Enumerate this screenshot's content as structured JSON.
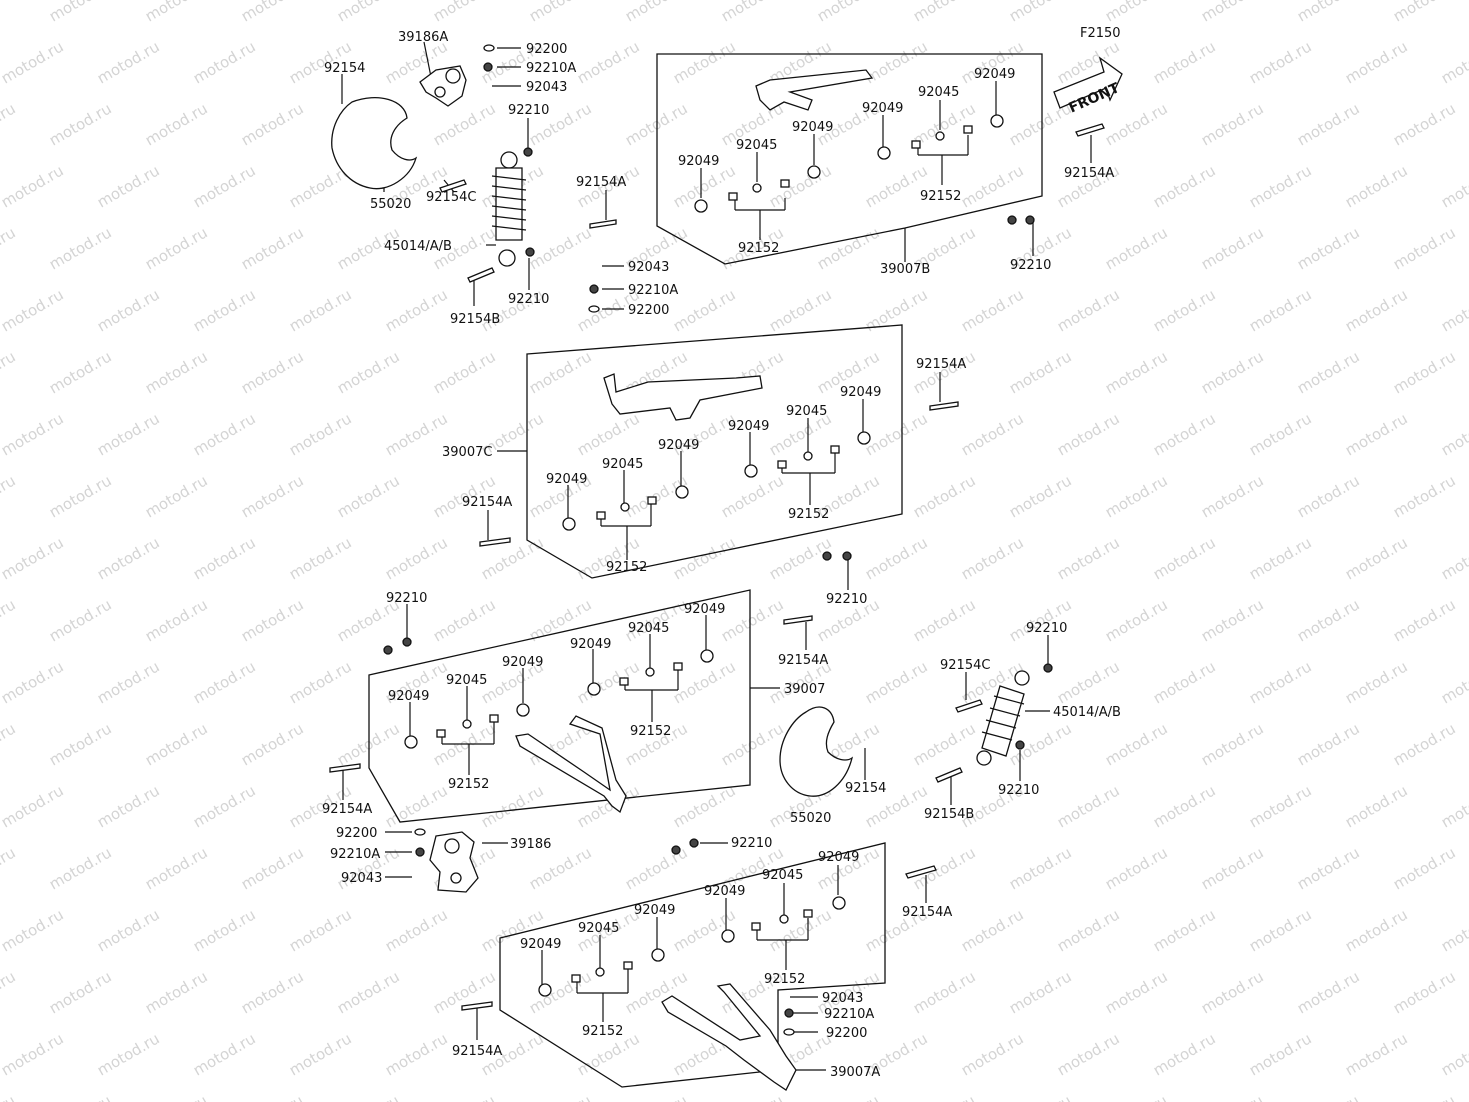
{
  "diagram_code": "F2150",
  "front_arrow_text": "FRONT",
  "watermark_text": "motod.ru",
  "labels": [
    {
      "id": "l1",
      "text": "39186A"
    },
    {
      "id": "l2",
      "text": "92200"
    },
    {
      "id": "l3",
      "text": "92210A"
    },
    {
      "id": "l4",
      "text": "92043"
    },
    {
      "id": "l5",
      "text": "92154"
    },
    {
      "id": "l6",
      "text": "92210"
    },
    {
      "id": "l7",
      "text": "55020"
    },
    {
      "id": "l8",
      "text": "92154C"
    },
    {
      "id": "l9",
      "text": "45014/A/B"
    },
    {
      "id": "l10",
      "text": "92154B"
    },
    {
      "id": "l11",
      "text": "92210"
    },
    {
      "id": "l12",
      "text": "92154A"
    },
    {
      "id": "l13",
      "text": "92043"
    },
    {
      "id": "l14",
      "text": "92210A"
    },
    {
      "id": "l15",
      "text": "92200"
    },
    {
      "id": "l16",
      "text": "92049"
    },
    {
      "id": "l17",
      "text": "92045"
    },
    {
      "id": "l18",
      "text": "92049"
    },
    {
      "id": "l19",
      "text": "92152"
    },
    {
      "id": "l20",
      "text": "92049"
    },
    {
      "id": "l21",
      "text": "92045"
    },
    {
      "id": "l22",
      "text": "92049"
    },
    {
      "id": "l23",
      "text": "92152"
    },
    {
      "id": "l24",
      "text": "39007B"
    },
    {
      "id": "l25",
      "text": "92210"
    },
    {
      "id": "l26",
      "text": "92154A"
    },
    {
      "id": "l27",
      "text": "92154A"
    },
    {
      "id": "l28",
      "text": "39007C"
    },
    {
      "id": "l29",
      "text": "92049"
    },
    {
      "id": "l30",
      "text": "92045"
    },
    {
      "id": "l31",
      "text": "92049"
    },
    {
      "id": "l32",
      "text": "92049"
    },
    {
      "id": "l33",
      "text": "92045"
    },
    {
      "id": "l34",
      "text": "92049"
    },
    {
      "id": "l35",
      "text": "92152"
    },
    {
      "id": "l36",
      "text": "92152"
    },
    {
      "id": "l37",
      "text": "92154A"
    },
    {
      "id": "l38",
      "text": "92210"
    },
    {
      "id": "l39",
      "text": "92210"
    },
    {
      "id": "l40",
      "text": "92049"
    },
    {
      "id": "l41",
      "text": "92049"
    },
    {
      "id": "l42",
      "text": "92045"
    },
    {
      "id": "l43",
      "text": "92049"
    },
    {
      "id": "l44",
      "text": "92049"
    },
    {
      "id": "l45",
      "text": "92045"
    },
    {
      "id": "l46",
      "text": "39007"
    },
    {
      "id": "l47",
      "text": "92152"
    },
    {
      "id": "l48",
      "text": "92152"
    },
    {
      "id": "l49",
      "text": "92154A"
    },
    {
      "id": "l50",
      "text": "92154A"
    },
    {
      "id": "l51",
      "text": "55020"
    },
    {
      "id": "l52",
      "text": "92154"
    },
    {
      "id": "l53",
      "text": "92210"
    },
    {
      "id": "l54",
      "text": "92154C"
    },
    {
      "id": "l55",
      "text": "45014/A/B"
    },
    {
      "id": "l56",
      "text": "92154B"
    },
    {
      "id": "l57",
      "text": "92210"
    },
    {
      "id": "l58",
      "text": "92200"
    },
    {
      "id": "l59",
      "text": "92210A"
    },
    {
      "id": "l60",
      "text": "92043"
    },
    {
      "id": "l61",
      "text": "39186"
    },
    {
      "id": "l62",
      "text": "92210"
    },
    {
      "id": "l63",
      "text": "92049"
    },
    {
      "id": "l64",
      "text": "92049"
    },
    {
      "id": "l65",
      "text": "92045"
    },
    {
      "id": "l66",
      "text": "92049"
    },
    {
      "id": "l67",
      "text": "92045"
    },
    {
      "id": "l68",
      "text": "92049"
    },
    {
      "id": "l69",
      "text": "92152"
    },
    {
      "id": "l70",
      "text": "92152"
    },
    {
      "id": "l71",
      "text": "92154A"
    },
    {
      "id": "l72",
      "text": "92154A"
    },
    {
      "id": "l73",
      "text": "92043"
    },
    {
      "id": "l74",
      "text": "92210A"
    },
    {
      "id": "l75",
      "text": "92200"
    },
    {
      "id": "l76",
      "text": "39007A"
    }
  ]
}
